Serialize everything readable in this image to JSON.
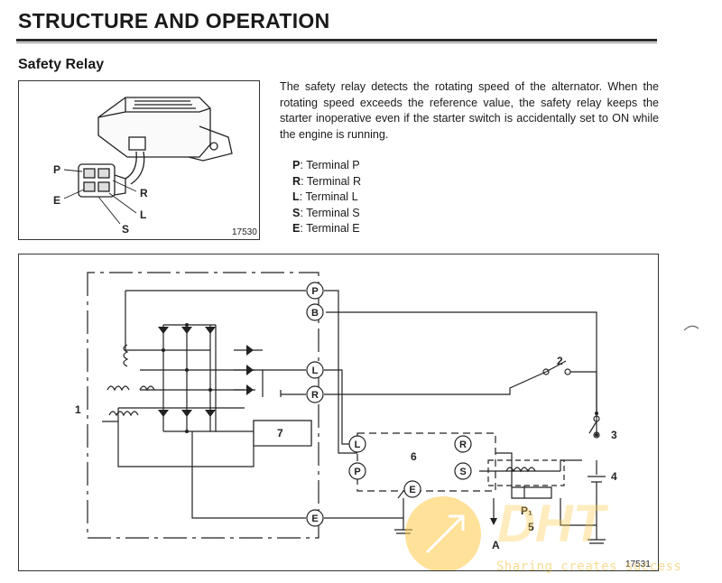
{
  "header": {
    "title": "STRUCTURE AND OPERATION",
    "section": "Safety Relay"
  },
  "description": "The safety relay detects the rotating speed of the alternator. When the rotating speed exceeds the reference value, the safety relay keeps the starter inoperative even if the starter switch is accidentally set to ON while the engine is running.",
  "terminals": [
    {
      "key": "P",
      "label": "Terminal P"
    },
    {
      "key": "R",
      "label": "Terminal R"
    },
    {
      "key": "L",
      "label": "Terminal L"
    },
    {
      "key": "S",
      "label": "Terminal S"
    },
    {
      "key": "E",
      "label": "Terminal E"
    }
  ],
  "figure1": {
    "number": "17530",
    "callouts": {
      "p": "P",
      "e": "E",
      "r": "R",
      "l": "L",
      "s": "S"
    }
  },
  "figure2": {
    "number": "17531",
    "labels": {
      "n1": "1",
      "n2": "2",
      "n3": "3",
      "n4": "4",
      "n5": "5",
      "n6": "6",
      "n7": "7",
      "p1": "P₁",
      "a": "A"
    },
    "terminals": {
      "p": "P",
      "b": "B",
      "l": "L",
      "r": "R",
      "e": "E"
    },
    "relay_terminals": {
      "l": "L",
      "r": "R",
      "p": "P",
      "s": "S",
      "e": "E"
    }
  },
  "watermark": {
    "logo": "DHT",
    "text": "Sharing creates success"
  }
}
